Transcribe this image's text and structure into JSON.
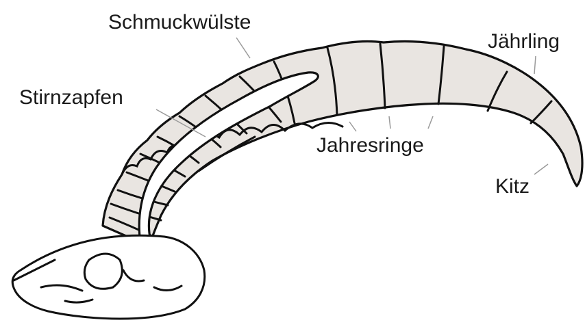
{
  "labels": {
    "schmuckwuelste": "Schmuckwülste",
    "jaehrling": "Jährling",
    "stirnzapfen": "Stirnzapfen",
    "jahresringe": "Jahresringe",
    "kitz": "Kitz"
  },
  "colors": {
    "horn": "#e9e5e1",
    "outline": "#111111",
    "leader": "#9a9a9a"
  }
}
